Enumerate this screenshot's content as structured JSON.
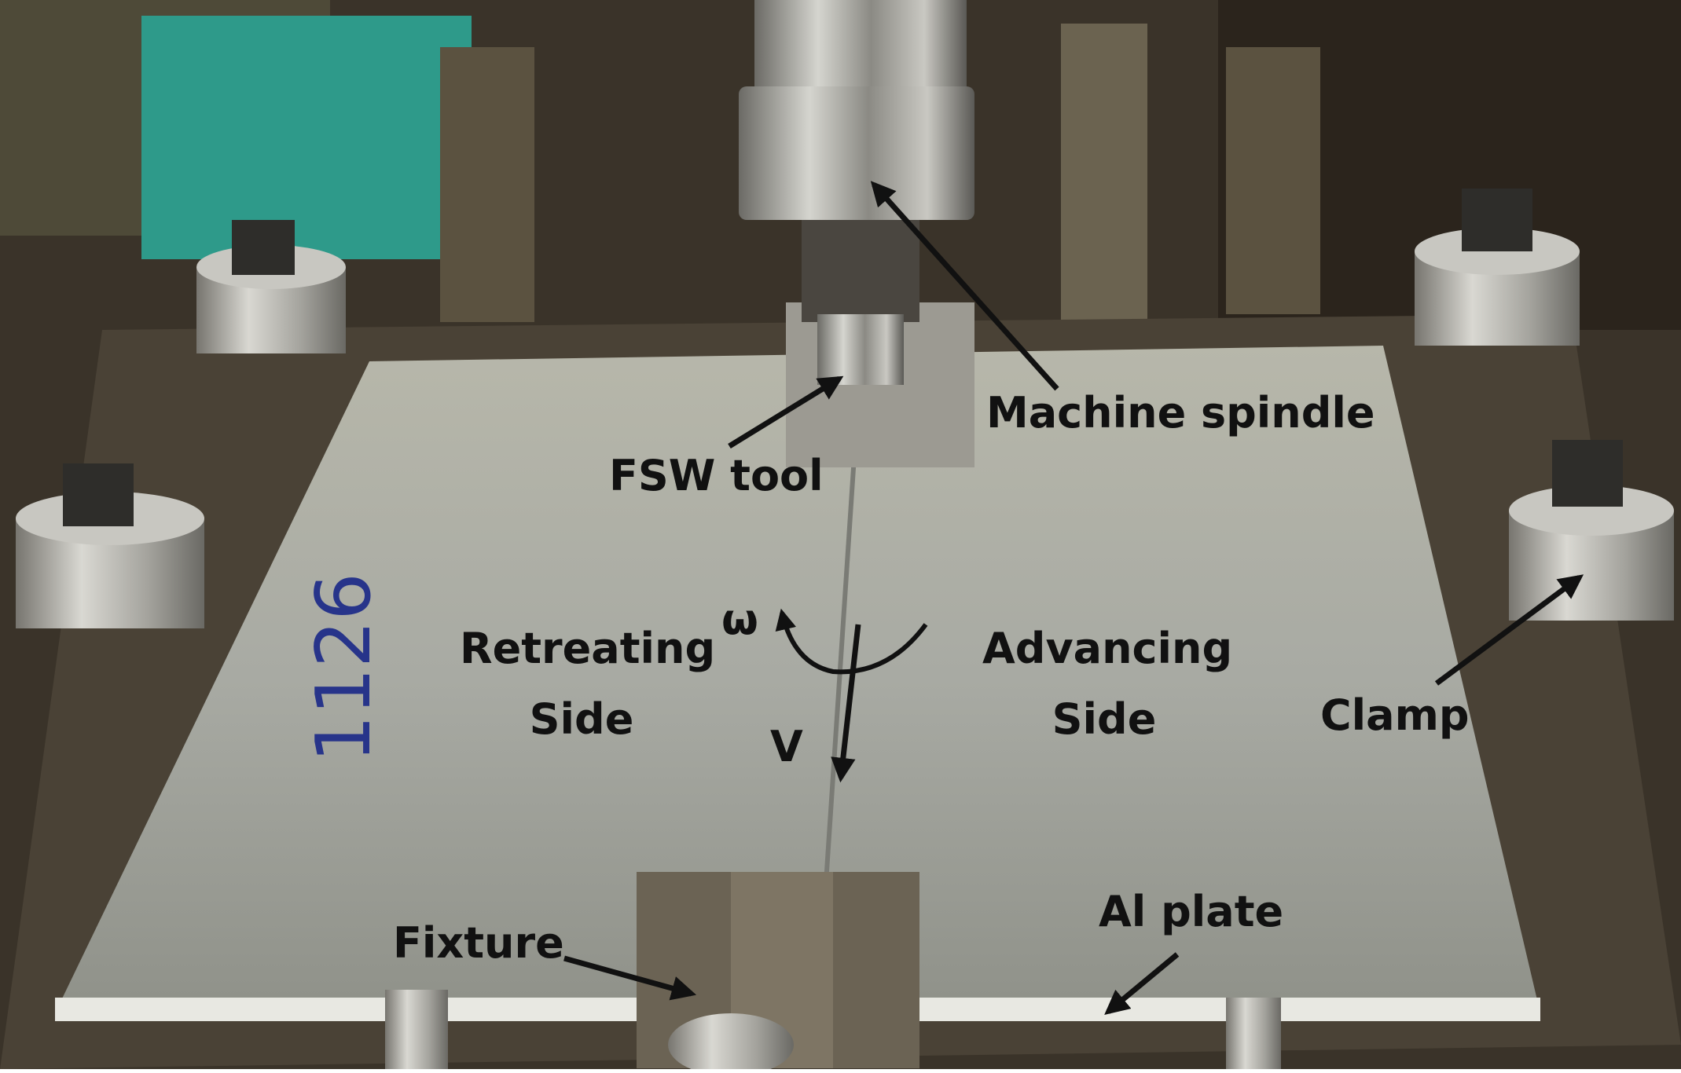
{
  "photo": {
    "description_icon": "photo-icon",
    "plate_marking": "1126"
  },
  "labels": {
    "machine_spindle": "Machine spindle",
    "fsw_tool": "FSW tool",
    "omega": "ω",
    "retreating_line1": "Retreating",
    "retreating_line2": "Side",
    "advancing_line1": "Advancing",
    "advancing_line2": "Side",
    "velocity": "V",
    "clamp": "Clamp",
    "fixture": "Fixture",
    "al_plate": "Al plate"
  },
  "colors": {
    "label_text": "#111111",
    "arrow": "#111111"
  }
}
